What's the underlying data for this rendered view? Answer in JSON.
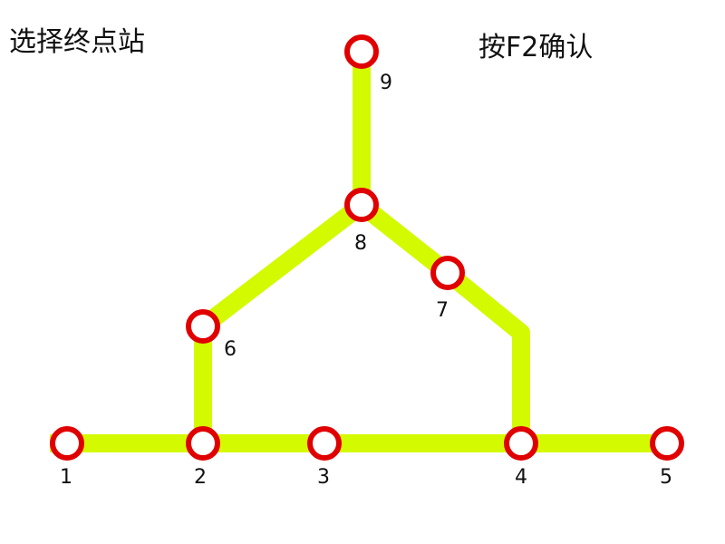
{
  "instructions": {
    "select_terminal": "选择终点站",
    "confirm_hint": "按F2确认"
  },
  "colors": {
    "track": "#d4fa00",
    "station_ring": "#e00000",
    "station_fill": "#ffffff",
    "text": "#111111",
    "background": "#ffffff"
  },
  "stations": [
    {
      "label": "1"
    },
    {
      "label": "2"
    },
    {
      "label": "3"
    },
    {
      "label": "4"
    },
    {
      "label": "5"
    },
    {
      "label": "6"
    },
    {
      "label": "7"
    },
    {
      "label": "8"
    },
    {
      "label": "9"
    }
  ]
}
